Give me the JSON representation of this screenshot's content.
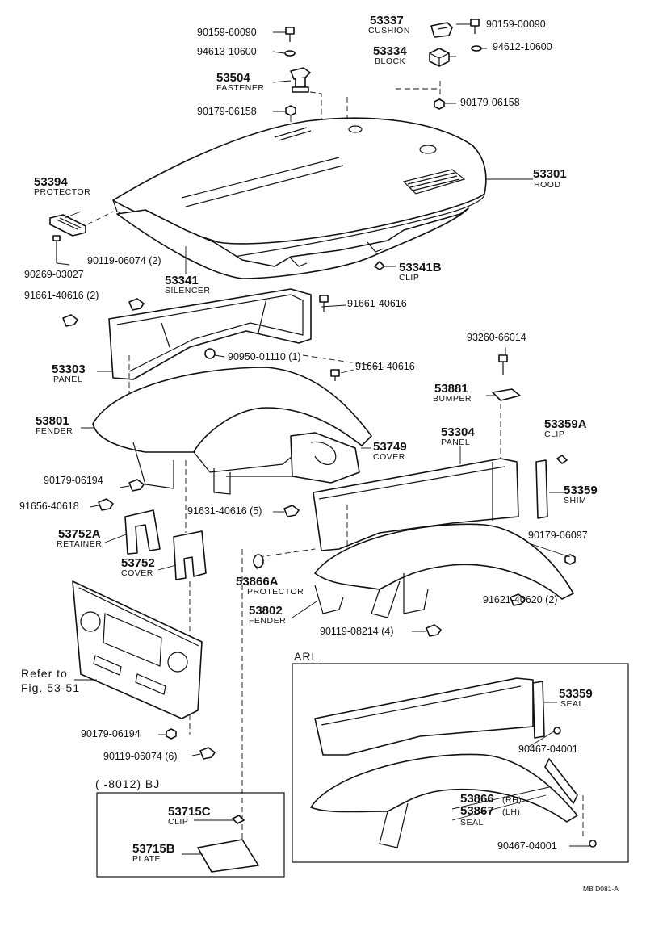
{
  "labels": {
    "p_90159_60090": "90159-60090",
    "p_94613_10600": "94613-10600",
    "p_53504": "53504",
    "c_fastener": "FASTENER",
    "p_90179_06158_a": "90179-06158",
    "p_53337": "53337",
    "c_cushion": "CUSHION",
    "p_53334": "53334",
    "c_block": "BLOCK",
    "p_90159_00090": "90159-00090",
    "p_94612_10600": "94612-10600",
    "p_90179_06158_b": "90179-06158",
    "p_53301": "53301",
    "c_hood": "HOOD",
    "p_53394": "53394",
    "c_protector_a": "PROTECTOR",
    "p_90269_03027": "90269-03027",
    "p_90119_06074_2": "90119-06074 (2)",
    "p_53341": "53341",
    "c_silencer": "SILENCER",
    "p_53341b": "53341B",
    "c_clip_a": "CLIP",
    "p_91661_40616_2": "91661-40616 (2)",
    "p_91661_40616_a": "91661-40616",
    "p_93260_66014": "93260-66014",
    "p_53303": "53303",
    "c_panel_a": "PANEL",
    "p_90950_01110": "90950-01110 (1)",
    "p_91661_40616_b": "91661-40616",
    "p_53881": "53881",
    "c_bumper": "BUMPER",
    "p_53801": "53801",
    "c_fender_a": "FENDER",
    "p_53304": "53304",
    "c_panel_b": "PANEL",
    "p_53359a": "53359A",
    "c_clip_b": "CLIP",
    "p_53749": "53749",
    "c_cover_a": "COVER",
    "p_90179_06194_a": "90179-06194",
    "p_53359": "53359",
    "c_shim": "SHIM",
    "p_91656_40618": "91656-40618",
    "p_91631_40616": "91631-40616 (5)",
    "p_53752a": "53752A",
    "c_retainer": "RETAINER",
    "p_90179_06097": "90179-06097",
    "p_53752": "53752",
    "c_cover_b": "COVER",
    "p_53866a": "53866A",
    "c_protector_b": "PROTECTOR",
    "p_53802": "53802",
    "c_fender_b": "FENDER",
    "p_91621_40620": "91621-40620 (2)",
    "p_90119_08214": "90119-08214 (4)",
    "refer_1": "Refer to",
    "refer_2": "Fig. 53-51",
    "arl": "ARL",
    "p_53359_arl": "53359",
    "c_seal_a": "SEAL",
    "p_90467_04001_a": "90467-04001",
    "p_90179_06194_b": "90179-06194",
    "p_90119_06074_6": "90119-06074 (6)",
    "bj_header": "(      -8012)  BJ",
    "p_53715c": "53715C",
    "c_clip_c": "CLIP",
    "p_53866": "53866",
    "rh": "(RH)",
    "p_53867": "53867",
    "lh": "(LH)",
    "c_seal_b": "SEAL",
    "p_53715b": "53715B",
    "c_plate": "PLATE",
    "p_90467_04001_b": "90467-04001",
    "drawing_code": "MB  D081-A"
  }
}
